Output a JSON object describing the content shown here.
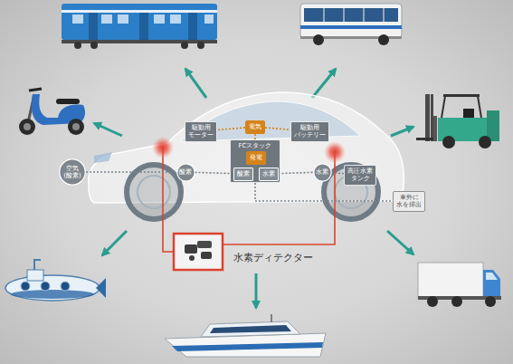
{
  "diagram": {
    "nodes": [
      {
        "text": [
          "駆動用 モーター"
        ]
      },
      {
        "text": [
          "電気"
        ]
      },
      {
        "text": [
          "駆動用 バッテリー"
        ]
      },
      {
        "text": [
          "空気 (酸素)"
        ]
      },
      {
        "text": [
          "酸素"
        ]
      },
      {
        "text": [
          "FCスタック"
        ]
      },
      {
        "text": [
          "発電"
        ],
        "in": 5
      },
      {
        "text": [
          "酸素"
        ],
        "in": 5
      },
      {
        "text": [
          "水素"
        ],
        "in": 5
      },
      {
        "text": [
          "水素"
        ]
      },
      {
        "text": [
          "高圧水素 タンク"
        ]
      },
      {
        "text": [
          "車外に 水を排出"
        ]
      }
    ],
    "edges": [
      {
        "from": 1,
        "to": 0,
        "arrow": "none"
      },
      {
        "from": 1,
        "to": 2,
        "arrow": "none"
      },
      {
        "from": 5,
        "to": 1,
        "arrow": "none"
      },
      {
        "from": 3,
        "to": 4,
        "arrow": "none"
      },
      {
        "from": 4,
        "to": 7,
        "arrow": "none"
      },
      {
        "from": 10,
        "to": 9,
        "arrow": "none"
      },
      {
        "from": 9,
        "to": 8,
        "arrow": "none"
      },
      {
        "from": 5,
        "to": 11,
        "arrow": "none"
      }
    ],
    "labels": [
      "水素ディテクター"
    ]
  }
}
